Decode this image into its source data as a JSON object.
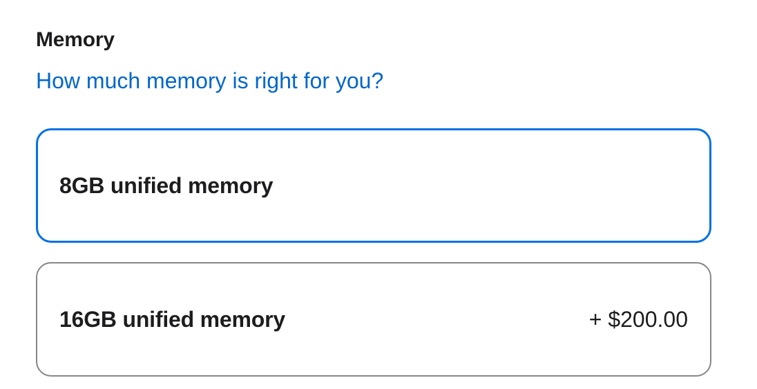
{
  "section": {
    "title": "Memory",
    "help_link": "How much memory is right for you?"
  },
  "options": [
    {
      "label": "8GB unified memory",
      "price": "",
      "selected": true
    },
    {
      "label": "16GB unified memory",
      "price": "+ $200.00",
      "selected": false
    }
  ],
  "colors": {
    "accent": "#0071e3",
    "link": "#0066cc",
    "border_unselected": "#86868b",
    "text": "#1d1d1f"
  }
}
